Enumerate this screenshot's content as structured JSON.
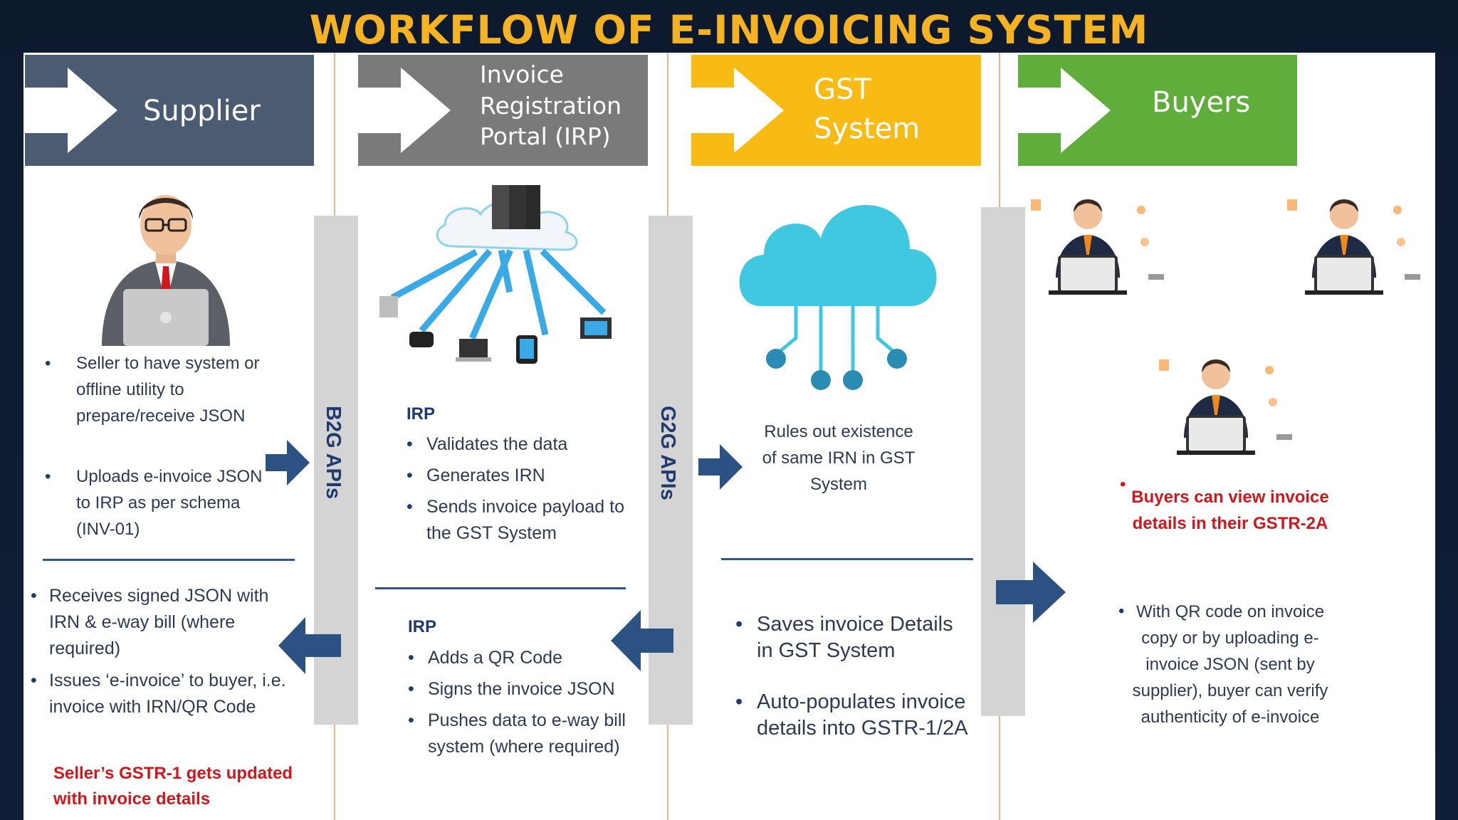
{
  "title": "WORKFLOW OF E-INVOICING SYSTEM",
  "colors": {
    "supplier_header": "#4a5b72",
    "irp_header": "#7a7a7a",
    "gst_header": "#f7bb14",
    "buyers_header": "#5fae3c",
    "arrow": "#2c5283",
    "red_text": "#d0171c",
    "cloud": "#3fc8e0"
  },
  "columns": {
    "supplier": {
      "header": "Supplier",
      "icon": "man-with-laptop-icon",
      "bullets_top": [
        "Seller to have system or offline utility to prepare/receive JSON",
        "Uploads e-invoice JSON to IRP as per schema (INV-01)"
      ],
      "bullets_bottom": [
        "Receives signed JSON with IRN & e-way bill (where required)",
        "Issues ‘e-invoice’ to buyer, i.e. invoice with IRN/QR Code"
      ],
      "note": "Seller’s GSTR-1 gets updated with invoice details"
    },
    "irp": {
      "header": "Invoice Registration Portal (IRP)",
      "icon": "server-network-devices-icon",
      "section1_title": "IRP",
      "section1_items": [
        "Validates the data",
        "Generates IRN",
        "Sends invoice payload to the GST System"
      ],
      "section2_title": "IRP",
      "section2_items": [
        "Adds a QR Code",
        "Signs the invoice JSON",
        "Pushes data to e-way bill system (where required)"
      ]
    },
    "gst": {
      "header": "GST System",
      "icon": "cloud-network-icon",
      "text_top": "Rules out existence of same IRN in GST System",
      "items": [
        "Saves invoice Details in GST System",
        "Auto-populates invoice details into GSTR-1/2A"
      ]
    },
    "buyers": {
      "header": "Buyers",
      "icon": "businessmen-at-laptops-icon",
      "highlight": "Buyers can view invoice details in their GSTR-2A",
      "text": "With QR code on invoice copy or by uploading e-invoice JSON (sent by supplier), buyer can verify authenticity of e-invoice"
    }
  },
  "apis": {
    "b2g": "B2G APIs",
    "g2g": "G2G APIs"
  }
}
